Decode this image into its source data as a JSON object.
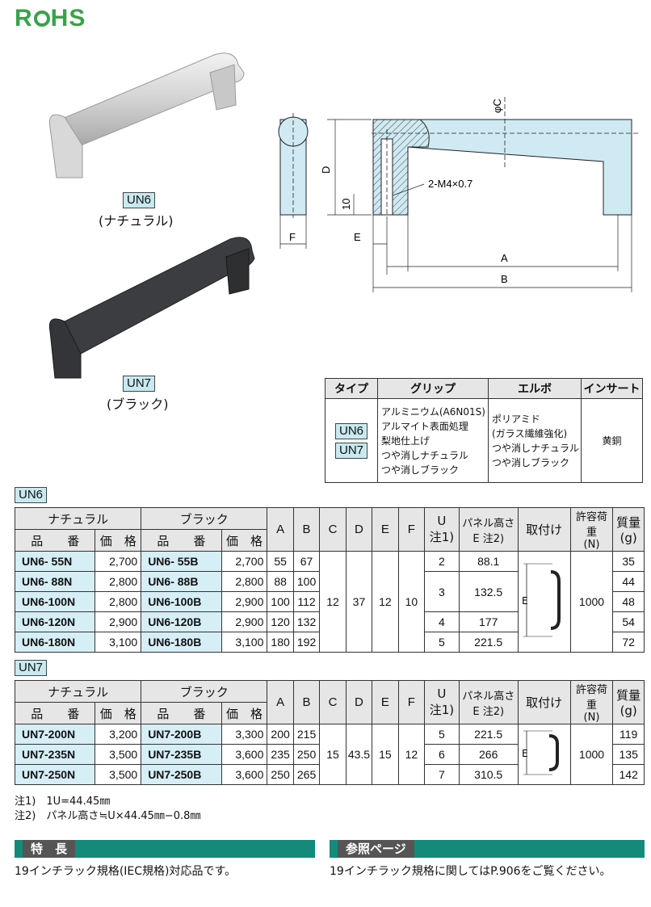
{
  "logo": "RoHS",
  "un6": {
    "model": "UN6",
    "caption": "(ナチュラル)"
  },
  "un7": {
    "model": "UN7",
    "caption": "(ブラック)"
  },
  "diagram": {
    "phi_c": "φC",
    "d": "D",
    "ten": "10",
    "f": "F",
    "e": "E",
    "a": "A",
    "b": "B",
    "m4": "2-M4×0.7"
  },
  "spec_table": {
    "headers": [
      "タイプ",
      "グリップ",
      "エルボ",
      "インサート"
    ],
    "types": [
      "UN6",
      "UN7"
    ],
    "grip": [
      "アルミニウム(A6N01S)",
      "アルマイト表面処理",
      "梨地仕上げ",
      "つや消しナチュラル",
      "つや消しブラック"
    ],
    "elbow": [
      "ポリアミド",
      "(ガラス繊維強化)",
      "つや消しナチュラル",
      "つや消しブラック"
    ],
    "insert": "黄銅"
  },
  "headers": {
    "natural": "ナチュラル",
    "black": "ブラック",
    "part_no": "品　　番",
    "price": "価　格",
    "a": "A",
    "b": "B",
    "c": "C",
    "d": "D",
    "e": "E",
    "f": "F",
    "u": "U",
    "u_note": "注1)",
    "panel": "パネル高さ",
    "panel_note": "E 注2)",
    "mount": "取付け",
    "load": "許容荷重",
    "load_unit": "(N)",
    "mass": "質量",
    "mass_unit": "(g)"
  },
  "un6_section": {
    "label": "UN6",
    "rows": [
      {
        "n": "UN6- 55N",
        "np": "2,700",
        "b": "UN6- 55B",
        "bp": "2,700",
        "A": "55",
        "B": "67",
        "U": "2",
        "E": "88.1",
        "g": "35"
      },
      {
        "n": "UN6- 88N",
        "np": "2,800",
        "b": "UN6- 88B",
        "bp": "2,800",
        "A": "88",
        "B": "100",
        "g": "44"
      },
      {
        "n": "UN6-100N",
        "np": "2,800",
        "b": "UN6-100B",
        "bp": "2,900",
        "A": "100",
        "B": "112",
        "g": "48"
      },
      {
        "n": "UN6-120N",
        "np": "2,900",
        "b": "UN6-120B",
        "bp": "2,900",
        "A": "120",
        "B": "132",
        "U": "4",
        "E": "177",
        "g": "54"
      },
      {
        "n": "UN6-180N",
        "np": "3,100",
        "b": "UN6-180B",
        "bp": "3,100",
        "A": "180",
        "B": "192",
        "U": "5",
        "E": "221.5",
        "g": "72"
      }
    ],
    "u_merged": "3",
    "e_merged": "132.5",
    "C": "12",
    "D": "37",
    "E": "12",
    "F": "10",
    "load": "1000",
    "mount_e": "E"
  },
  "un7_section": {
    "label": "UN7",
    "rows": [
      {
        "n": "UN7-200N",
        "np": "3,200",
        "b": "UN7-200B",
        "bp": "3,300",
        "A": "200",
        "B": "215",
        "U": "5",
        "E": "221.5",
        "g": "119"
      },
      {
        "n": "UN7-235N",
        "np": "3,500",
        "b": "UN7-235B",
        "bp": "3,600",
        "A": "235",
        "B": "250",
        "U": "6",
        "E": "266",
        "g": "135"
      },
      {
        "n": "UN7-250N",
        "np": "3,500",
        "b": "UN7-250B",
        "bp": "3,600",
        "A": "250",
        "B": "265",
        "U": "7",
        "E": "310.5",
        "g": "142"
      }
    ],
    "C": "15",
    "D": "43.5",
    "E": "15",
    "F": "12",
    "load": "1000",
    "mount_e": "E"
  },
  "notes": [
    "注1)　1U=44.45㎜",
    "注2)　パネル高さ≒U×44.45㎜−0.8㎜"
  ],
  "features": {
    "title": "特　長",
    "text": "19インチラック規格(IEC規格)対応品です。"
  },
  "reference": {
    "title": "参照ページ",
    "text": "19インチラック規格に関してはP.906をご覧ください。"
  }
}
